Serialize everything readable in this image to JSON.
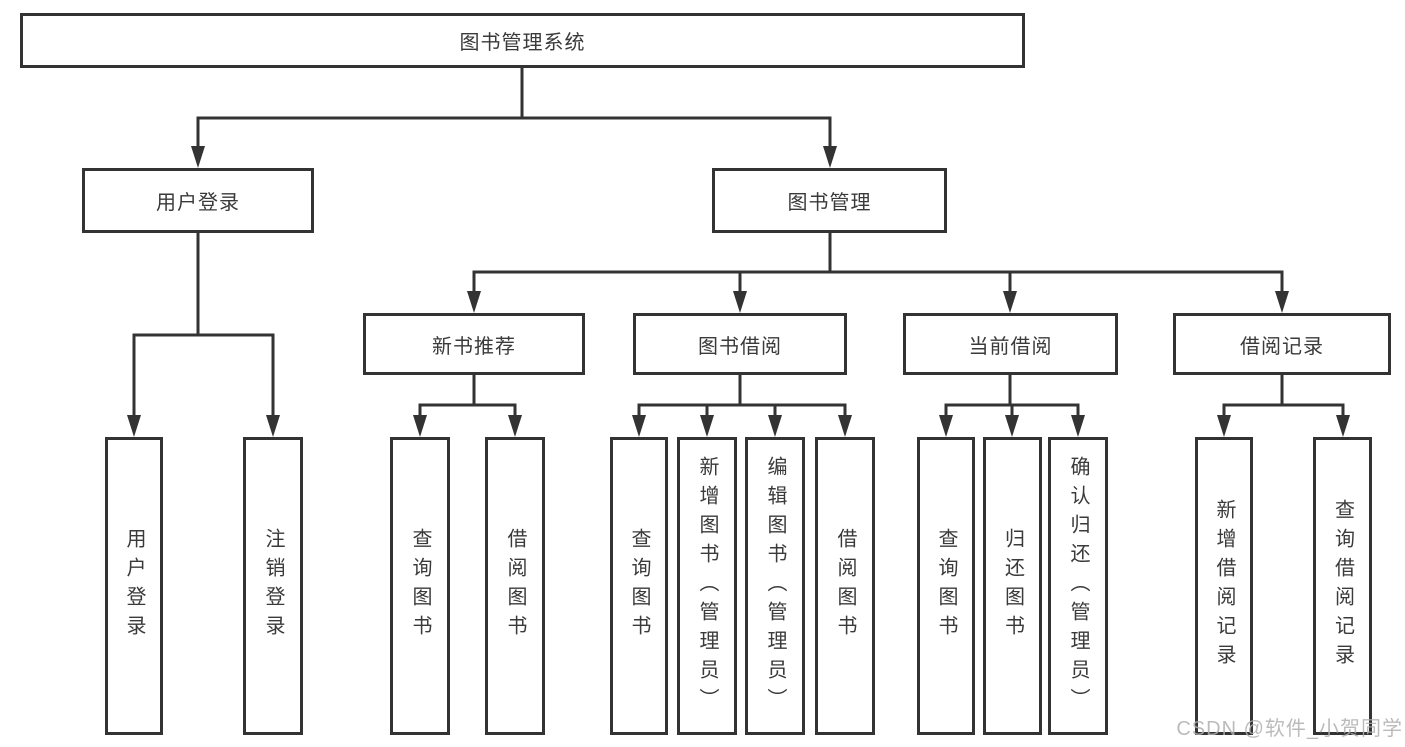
{
  "diagram": {
    "watermark": "CSDN @软件_小贺同学",
    "tree": {
      "label": "图书管理系统",
      "children": [
        {
          "label": "用户登录",
          "children": [
            {
              "label": "用户登录"
            },
            {
              "label": "注销登录"
            }
          ]
        },
        {
          "label": "图书管理",
          "children": [
            {
              "label": "新书推荐",
              "children": [
                {
                  "label": "查询图书"
                },
                {
                  "label": "借阅图书"
                }
              ]
            },
            {
              "label": "图书借阅",
              "children": [
                {
                  "label": "查询图书"
                },
                {
                  "label": "新增图书（管理员）"
                },
                {
                  "label": "编辑图书（管理员）"
                },
                {
                  "label": "借阅图书"
                }
              ]
            },
            {
              "label": "当前借阅",
              "children": [
                {
                  "label": "查询图书"
                },
                {
                  "label": "归还图书"
                },
                {
                  "label": "确认归还（管理员）"
                }
              ]
            },
            {
              "label": "借阅记录",
              "children": [
                {
                  "label": "新增借阅记录"
                },
                {
                  "label": "查询借阅记录"
                }
              ]
            }
          ]
        }
      ]
    }
  }
}
